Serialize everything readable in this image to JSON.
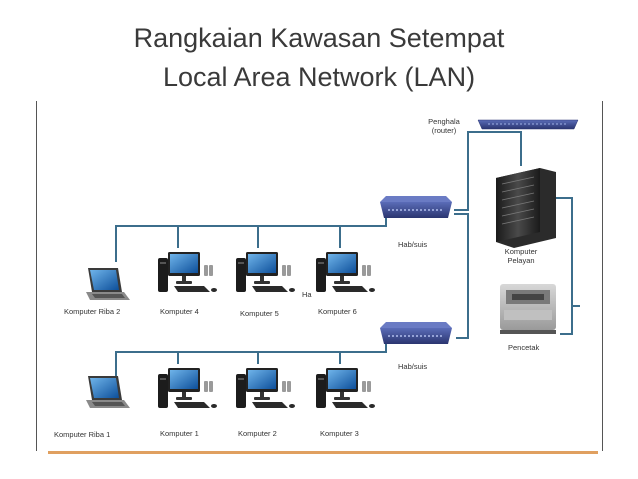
{
  "title_line1": "Rangkaian Kawasan Setempat",
  "title_line2": "Local Area Network (LAN)",
  "labels": {
    "router": "Penghala\n(router)",
    "server": "Komputer\nPelayan",
    "hub1": "Hab/suis",
    "hub2": "Hab/suis",
    "printer": "Pencetak",
    "laptop2": "Komputer Riba 2",
    "pc4": "Komputer 4",
    "pc5": "Komputer 5",
    "pc6": "Komputer 6",
    "laptop1": "Komputer Riba 1",
    "pc1": "Komputer 1",
    "pc2": "Komputer 2",
    "pc3": "Komputer 3",
    "stray": "Ha"
  },
  "colors": {
    "cable": "#3c6e8c",
    "hub": "#3b4b8f",
    "monitor_screen": "#1e6fb8",
    "accent_rule": "#e0a060"
  }
}
